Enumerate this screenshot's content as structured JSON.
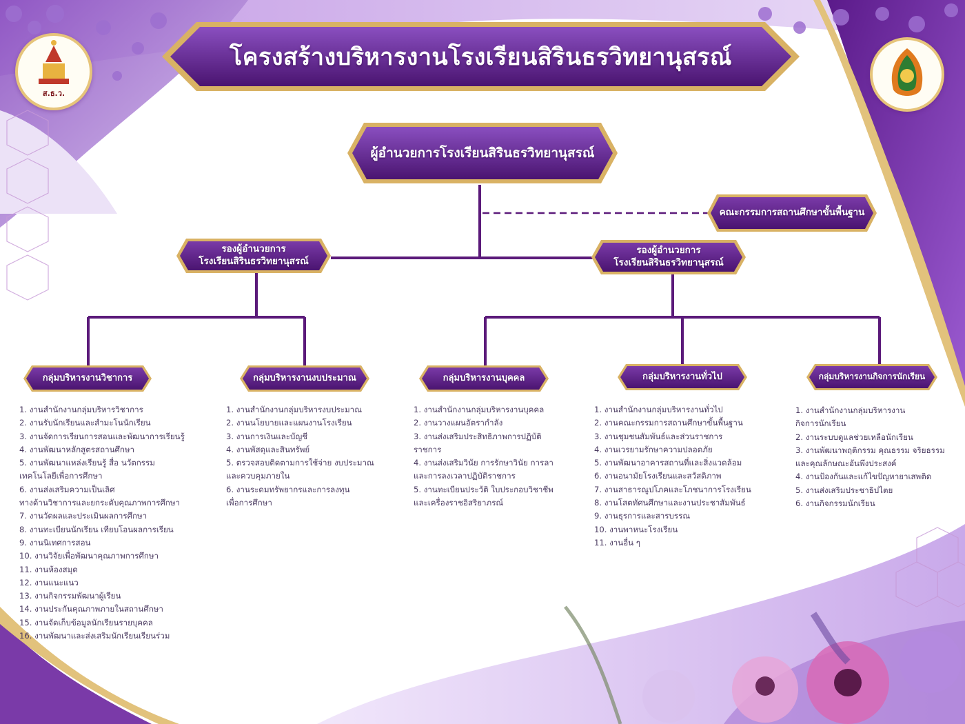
{
  "title": "โครงสร้างบริหารงานโรงเรียนสิรินธรวิทยานุสรณ์",
  "logo_left_text": "ส.ธ.ว.",
  "director": "ผู้อำนวยการโรงเรียนสิรินธรวิทยานุสรณ์",
  "committee": "คณะกรรมการสถานศึกษาขั้นพื้นฐาน",
  "deputies": [
    {
      "line1": "รองผู้อำนวยการ",
      "line2": "โรงเรียนสิรินธรวิทยานุสรณ์"
    },
    {
      "line1": "รองผู้อำนวยการ",
      "line2": "โรงเรียนสิรินธรวิทยานุสรณ์"
    }
  ],
  "groups": [
    {
      "name": "กลุ่มบริหารงานวิชาการ",
      "tasks": [
        "1. งานสำนักงานกลุ่มบริหารวิชาการ",
        "2. งานรับนักเรียนและสำมะโนนักเรียน",
        "3. งานจัดการเรียนการสอนและพัฒนาการเรียนรู้",
        "4. งานพัฒนาหลักสูตรสถานศึกษา",
        "5. งานพัฒนาแหล่งเรียนรู้ สื่อ นวัตกรรม",
        "เทคโนโลยีเพื่อการศึกษา",
        "6. งานส่งเสริมความเป็นเลิศ",
        "ทางด้านวิชาการและยกระดับคุณภาพการศึกษา",
        "7. งานวัดผลและประเมินผลการศึกษา",
        "8. งานทะเบียนนักเรียน เทียบโอนผลการเรียน",
        "9. งานนิเทศการสอน",
        "10. งานวิจัยเพื่อพัฒนาคุณภาพการศึกษา",
        "11. งานห้องสมุด",
        "12. งานแนะแนว",
        "13. งานกิจกรรมพัฒนาผู้เรียน",
        "14. งานประกันคุณภาพภายในสถานศึกษา",
        "15. งานจัดเก็บข้อมูลนักเรียนรายบุคคล",
        "16. งานพัฒนาและส่งเสริมนักเรียนเรียนร่วม"
      ]
    },
    {
      "name": "กลุ่มบริหารงานงบประมาณ",
      "tasks": [
        "1. งานสำนักงานกลุ่มบริหารงบประมาณ",
        "2. งานนโยบายและแผนงานโรงเรียน",
        "3. งานการเงินและบัญชี",
        "4. งานพัสดุและสินทรัพย์",
        "5. ตรวจสอบติดตามการใช้จ่าย งบประมาณ",
        "และควบคุมภายใน",
        "6. งานระดมทรัพยากรและการลงทุน",
        "เพื่อการศึกษา"
      ]
    },
    {
      "name": "กลุ่มบริหารงานบุคคล",
      "tasks": [
        "1. งานสำนักงานกลุ่มบริหารงานบุคคล",
        "2. งานวางแผนอัตรากำลัง",
        "3. งานส่งเสริมประสิทธิภาพการปฏิบัติ",
        "ราชการ",
        "4. งานส่งเสริมวินัย การรักษาวินัย การลา",
        "และการลงเวลาปฏิบัติราชการ",
        "5. งานทะเบียนประวัติ ใบประกอบวิชาชีพ",
        "และเครื่องราชอิสริยาภรณ์"
      ]
    },
    {
      "name": "กลุ่มบริหารงานทั่วไป",
      "tasks": [
        "1. งานสำนักงานกลุ่มบริหารงานทั่วไป",
        "2. งานคณะกรรมการสถานศึกษาขั้นพื้นฐาน",
        "3. งานชุมชนสัมพันธ์และส่วนราชการ",
        "4. งานเวรยามรักษาความปลอดภัย",
        "5. งานพัฒนาอาคารสถานที่และสิ่งแวดล้อม",
        "6. งานอนามัยโรงเรียนและสวัสดิภาพ",
        "7. งานสาธารณูปโภคและโภชนาการโรงเรียน",
        "8. งานโสตทัศนศึกษาและงานประชาสัมพันธ์",
        "9. งานธุรการและสารบรรณ",
        "10. งานพาหนะโรงเรียน",
        "11. งานอื่น ๆ"
      ]
    },
    {
      "name": "กลุ่มบริหารงานกิจการนักเรียน",
      "tasks": [
        "1. งานสำนักงานกลุ่มบริหารงาน",
        "กิจการนักเรียน",
        "2. งานระบบดูแลช่วยเหลือนักเรียน",
        "3. งานพัฒนาพฤติกรรม คุณธรรม จริยธรรม",
        "และคุณลักษณะอันพึงประสงค์",
        "4. งานป้องกันและแก้ไขปัญหายาเสพติด",
        "5. งานส่งเสริมประชาธิปไตย",
        "6. งานกิจกรรมนักเรียน"
      ]
    }
  ],
  "icons": {
    "left_seal": "school-emblem-icon",
    "right_seal": "obec-emblem-icon"
  },
  "colors": {
    "primary": "#5b1a7a",
    "accent": "#7a3aa0",
    "gold": "#d9b264",
    "text": "#4a3a60"
  }
}
